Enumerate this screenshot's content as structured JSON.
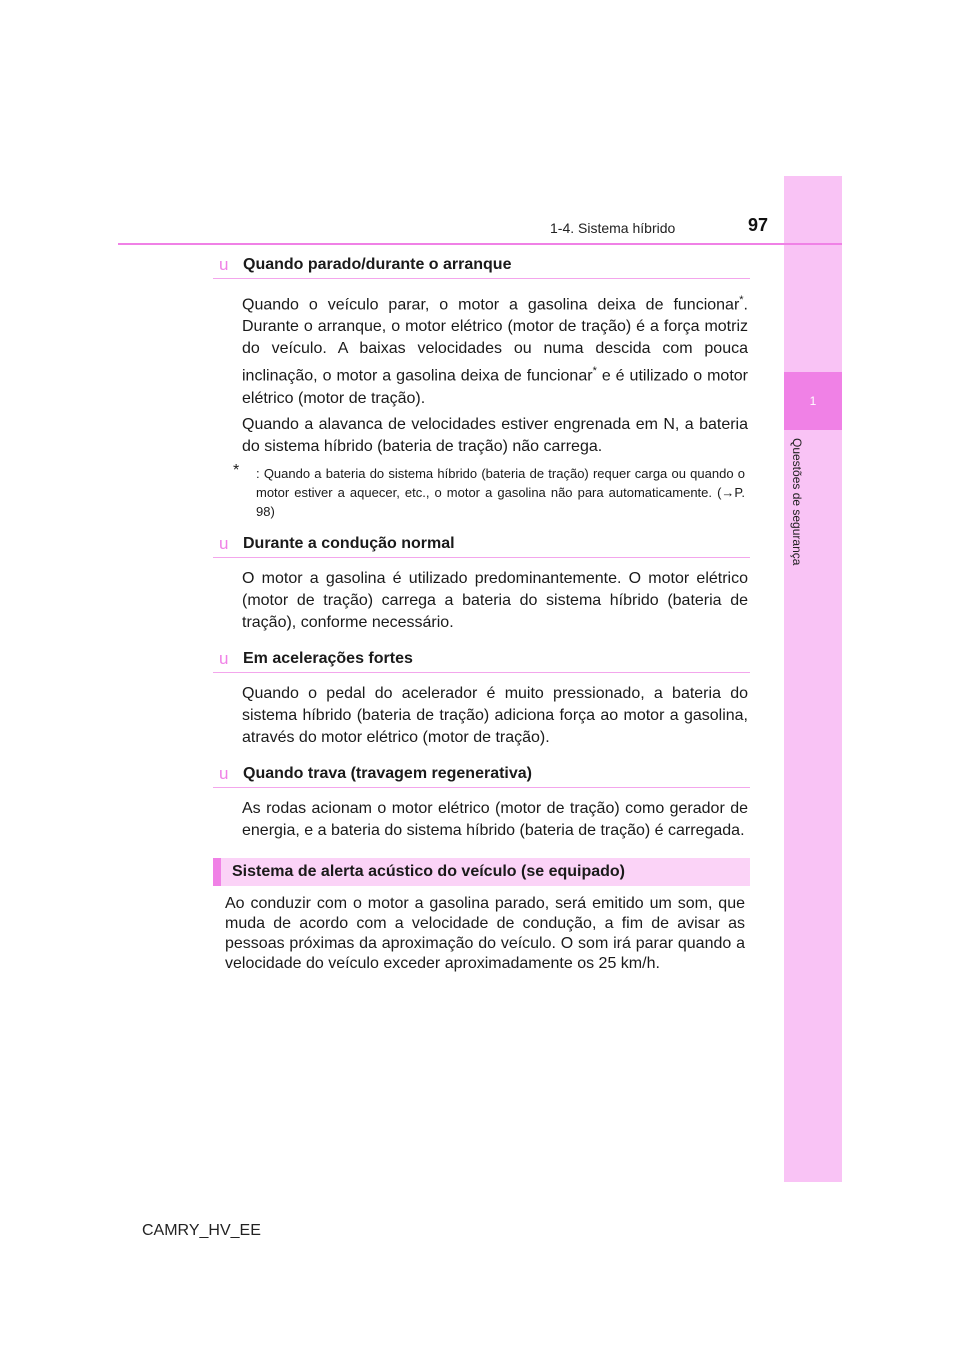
{
  "header": {
    "section": "1-4. Sistema híbrido",
    "page_number": "97"
  },
  "side_tab": {
    "chapter_number": "1",
    "chapter_title": "Questões de segurança"
  },
  "colors": {
    "accent": "#f081e6",
    "band": "#f9c3f5",
    "heading_bg": "#fbd3f7"
  },
  "bullet_glyph": "u",
  "sections": [
    {
      "heading": "Quando parado/durante o arranque",
      "p1_a": "Quando o veículo parar, o motor a gasolina deixa de funcionar",
      "p1_b": ". Durante o arranque, o motor elétrico (motor de tração) é a força motriz do veículo. A baixas velocidades ou numa descida com pouca inclinação, o motor a gasolina deixa de funcionar",
      "p1_c": " e é utilizado o motor elétrico (motor de tração).",
      "p2": "Quando a alavanca de velocidades estiver engrenada em N, a bateria do sistema híbrido (bateria de tração) não carrega.",
      "asterisk": "*",
      "note": ": Quando a bateria do sistema híbrido (bateria de tração) requer carga ou quando o motor estiver a aquecer, etc., o motor a gasolina não para automaticamente. (→P. 98)"
    },
    {
      "heading": "Durante a condução normal",
      "p1": "O motor a gasolina é utilizado predominantemente. O motor elétrico (motor de tração) carrega a bateria do sistema híbrido (bateria de tração), conforme necessário."
    },
    {
      "heading": "Em acelerações fortes",
      "p1": "Quando o pedal do acelerador é muito pressionado, a bateria do sistema híbrido (bateria de tração) adiciona força ao motor a gasolina, através do motor elétrico (motor de tração)."
    },
    {
      "heading": "Quando trava (travagem regenerativa)",
      "p1": "As rodas acionam o motor elétrico (motor de tração) como gerador de energia, e a bateria do sistema híbrido (bateria de tração) é carregada."
    }
  ],
  "alert": {
    "heading": "Sistema de alerta acústico do veículo (se equipado)",
    "body": "Ao conduzir com o motor a gasolina parado, será emitido um som, que muda de acordo com a velocidade de condução, a fim de avisar as pessoas próximas da aproximação do veículo. O som irá parar quando a velocidade do veículo exceder aproximadamente os 25 km/h."
  },
  "footer": {
    "code": "CAMRY_HV_EE"
  }
}
